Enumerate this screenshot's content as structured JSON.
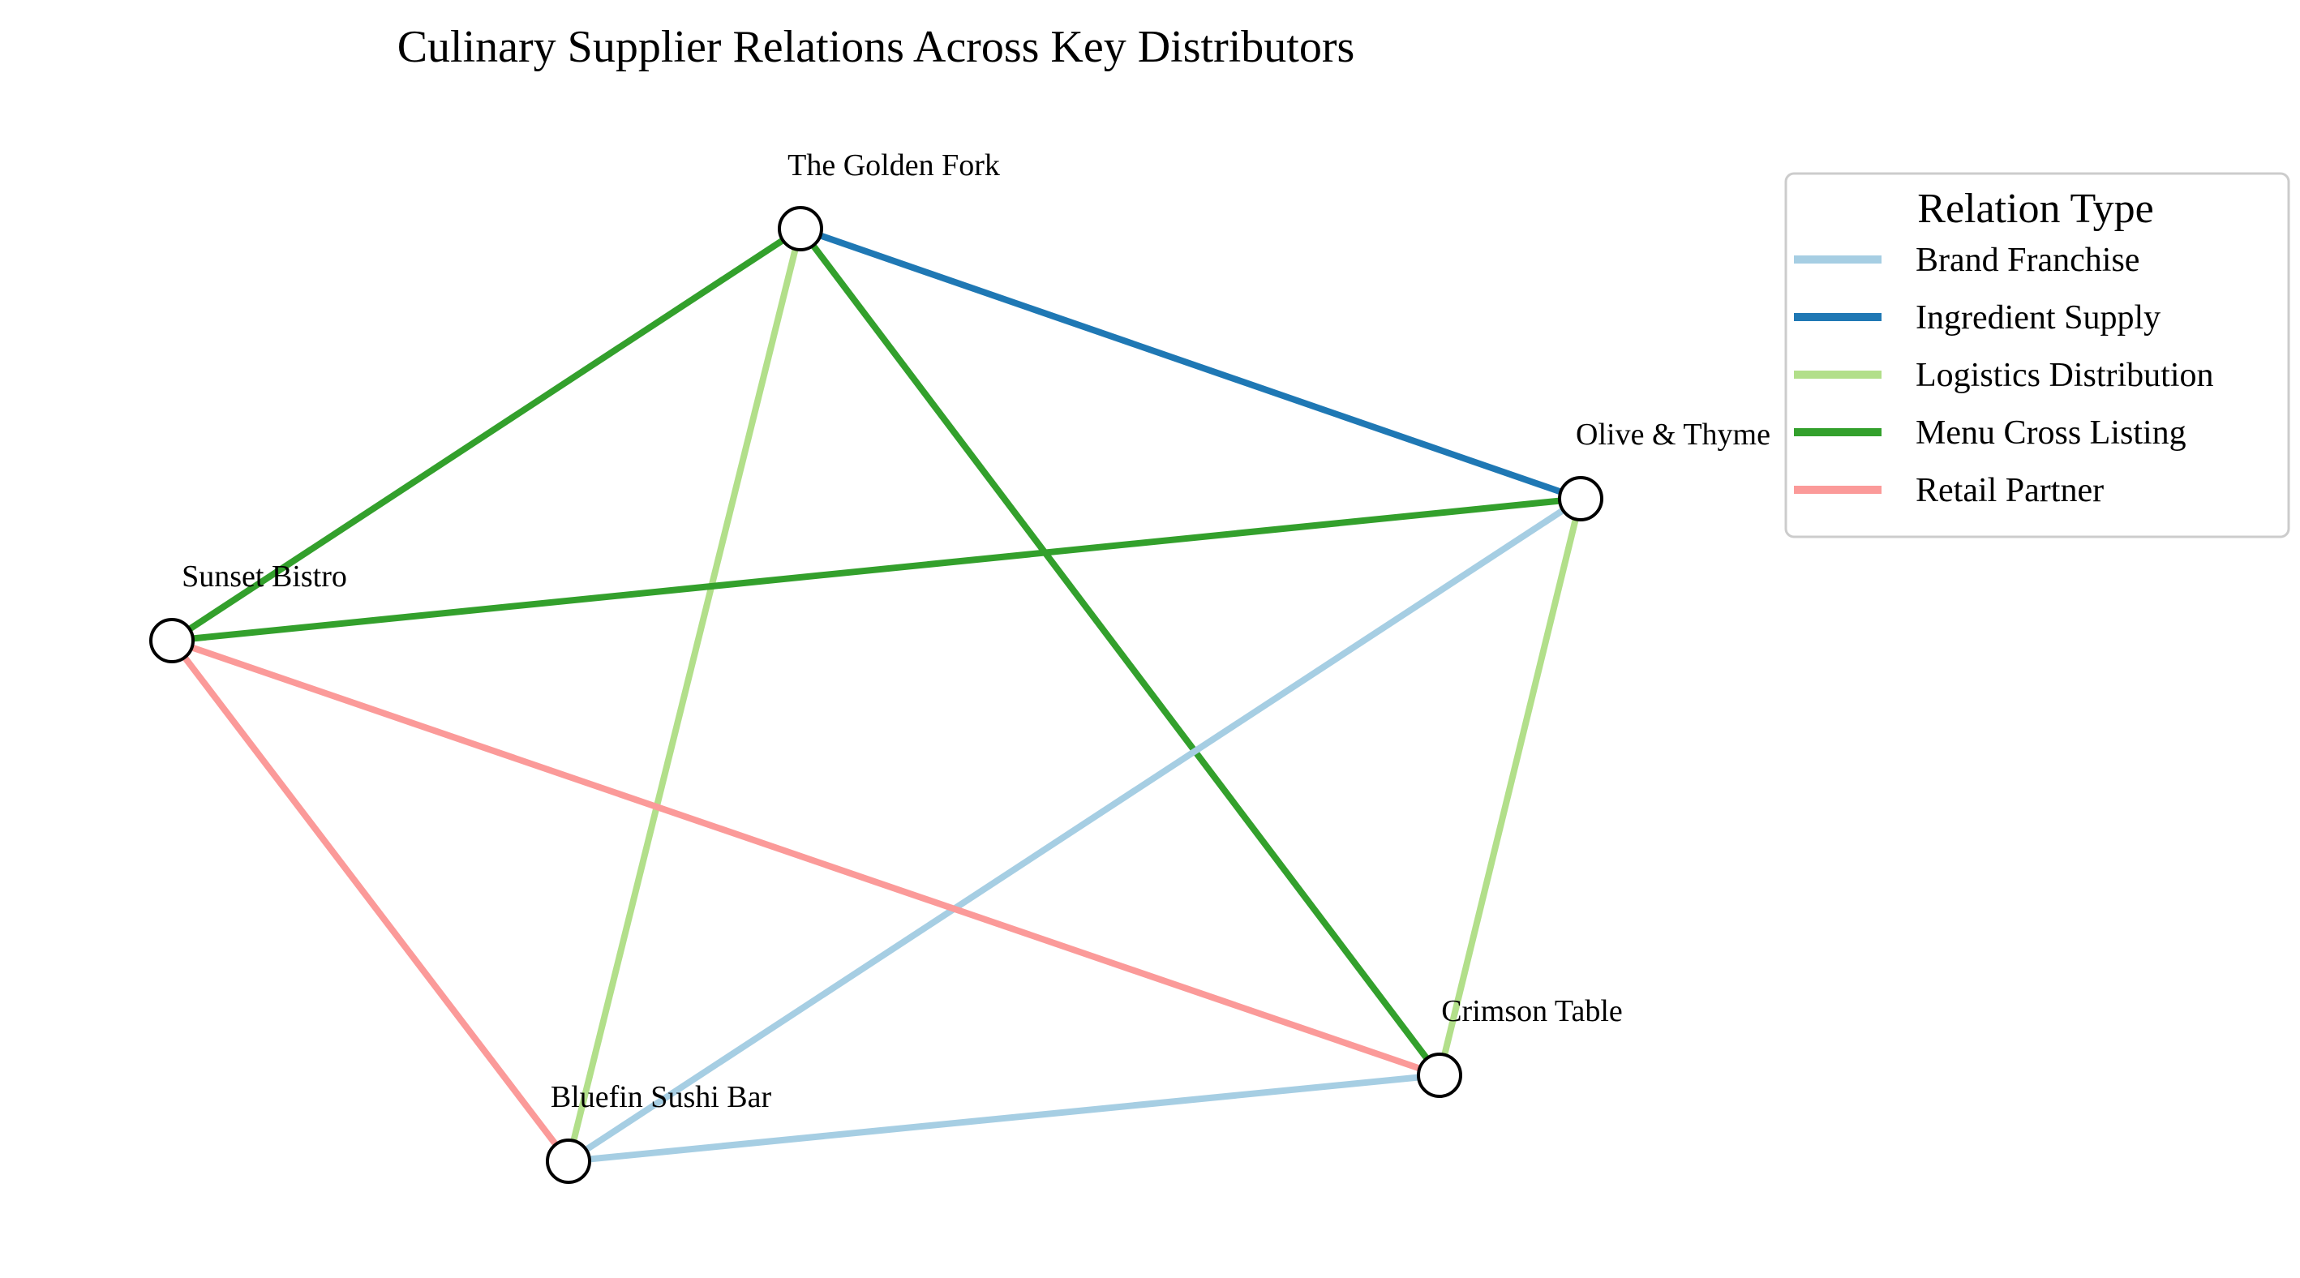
{
  "title": "Culinary Supplier Relations Across Key Distributors",
  "nodes": [
    {
      "id": "golden_fork",
      "label": "The Golden Fork"
    },
    {
      "id": "olive_thyme",
      "label": "Olive & Thyme"
    },
    {
      "id": "sunset_bistro",
      "label": "Sunset Bistro"
    },
    {
      "id": "crimson_table",
      "label": "Crimson Table"
    },
    {
      "id": "bluefin",
      "label": "Bluefin Sushi Bar"
    }
  ],
  "relation_types": [
    {
      "key": "brand_franchise",
      "label": "Brand Franchise",
      "color": "#a6cee3"
    },
    {
      "key": "ingredient_supply",
      "label": "Ingredient Supply",
      "color": "#1f78b4"
    },
    {
      "key": "logistics_distribution",
      "label": "Logistics Distribution",
      "color": "#b2df8a"
    },
    {
      "key": "menu_cross_listing",
      "label": "Menu Cross Listing",
      "color": "#33a02c"
    },
    {
      "key": "retail_partner",
      "label": "Retail Partner",
      "color": "#fb9a99"
    }
  ],
  "edges": [
    {
      "source": "golden_fork",
      "target": "olive_thyme",
      "type": "ingredient_supply"
    },
    {
      "source": "golden_fork",
      "target": "sunset_bistro",
      "type": "menu_cross_listing"
    },
    {
      "source": "golden_fork",
      "target": "crimson_table",
      "type": "menu_cross_listing"
    },
    {
      "source": "golden_fork",
      "target": "bluefin",
      "type": "logistics_distribution"
    },
    {
      "source": "olive_thyme",
      "target": "sunset_bistro",
      "type": "menu_cross_listing"
    },
    {
      "source": "olive_thyme",
      "target": "crimson_table",
      "type": "logistics_distribution"
    },
    {
      "source": "olive_thyme",
      "target": "bluefin",
      "type": "brand_franchise"
    },
    {
      "source": "sunset_bistro",
      "target": "crimson_table",
      "type": "retail_partner"
    },
    {
      "source": "sunset_bistro",
      "target": "bluefin",
      "type": "retail_partner"
    },
    {
      "source": "crimson_table",
      "target": "bluefin",
      "type": "brand_franchise"
    }
  ],
  "legend": {
    "title": "Relation Type"
  }
}
